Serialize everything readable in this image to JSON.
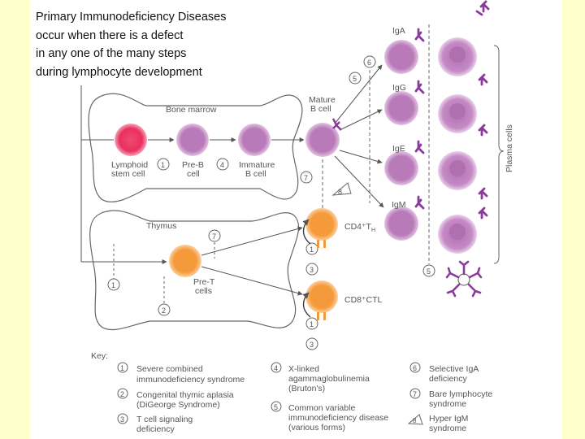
{
  "title_lines": [
    "Primary Immunodeficiency Diseases",
    "occur when there is a defect",
    "in any one of the many steps",
    "during lymphocyte development"
  ],
  "labels": {
    "bone_marrow": "Bone marrow",
    "thymus": "Thymus",
    "lymphoid_stem_cell_1": "Lymphoid",
    "lymphoid_stem_cell_2": "stem cell",
    "pre_b_1": "Pre-B",
    "pre_b_2": "cell",
    "immature_b_1": "Immature",
    "immature_b_2": "B cell",
    "mature_b_1": "Mature",
    "mature_b_2": "B cell",
    "pre_t_1": "Pre-T",
    "pre_t_2": "cells",
    "cd4": "CD4⁺T",
    "cd4_sub": "H",
    "cd8": "CD8⁺CTL",
    "iga": "IgA",
    "igg": "IgG",
    "ige": "IgE",
    "igm": "IgM",
    "plasma_cells": "Plasma cells",
    "key": "Key:"
  },
  "markers": {
    "m1_bm": "1",
    "m4": "4",
    "m5_top": "5",
    "m6": "6",
    "m7_b": "7",
    "m8": "8",
    "m7_t": "7",
    "m3_cd4": "3",
    "m1_t": "1",
    "m2": "2",
    "m5_bot": "5",
    "m1_cd8": "1",
    "m3_cd8": "3",
    "m1_cd4": "1"
  },
  "key_items": [
    {
      "num": "1",
      "line1": "Severe combined",
      "line2": "immunodeficiency syndrome"
    },
    {
      "num": "2",
      "line1": "Congenital thymic aplasia",
      "line2": "(DiGeorge Syndrome)"
    },
    {
      "num": "3",
      "line1": "T cell signaling",
      "line2": "deficiency"
    },
    {
      "num": "4",
      "line1": "X-linked",
      "line2": "agammaglobulinemia",
      "line3": "(Bruton's)"
    },
    {
      "num": "5",
      "line1": "Common variable",
      "line2": "immunodeficiency disease",
      "line3": "(various forms)"
    },
    {
      "num": "6",
      "line1": "Selective IgA",
      "line2": "deficiency"
    },
    {
      "num": "7",
      "line1": "Bare lymphocyte",
      "line2": "syndrome"
    },
    {
      "num": "8",
      "line1": "Hyper IgM",
      "line2": "syndrome"
    }
  ],
  "colors": {
    "background": "#ffffcc",
    "stem_cell": "#e8305e",
    "b_cell": "#b87ab8",
    "plasma_cell": "#c58ac5",
    "t_cell": "#f59a3a",
    "antibody": "#8a3a9a",
    "line": "#555555"
  }
}
